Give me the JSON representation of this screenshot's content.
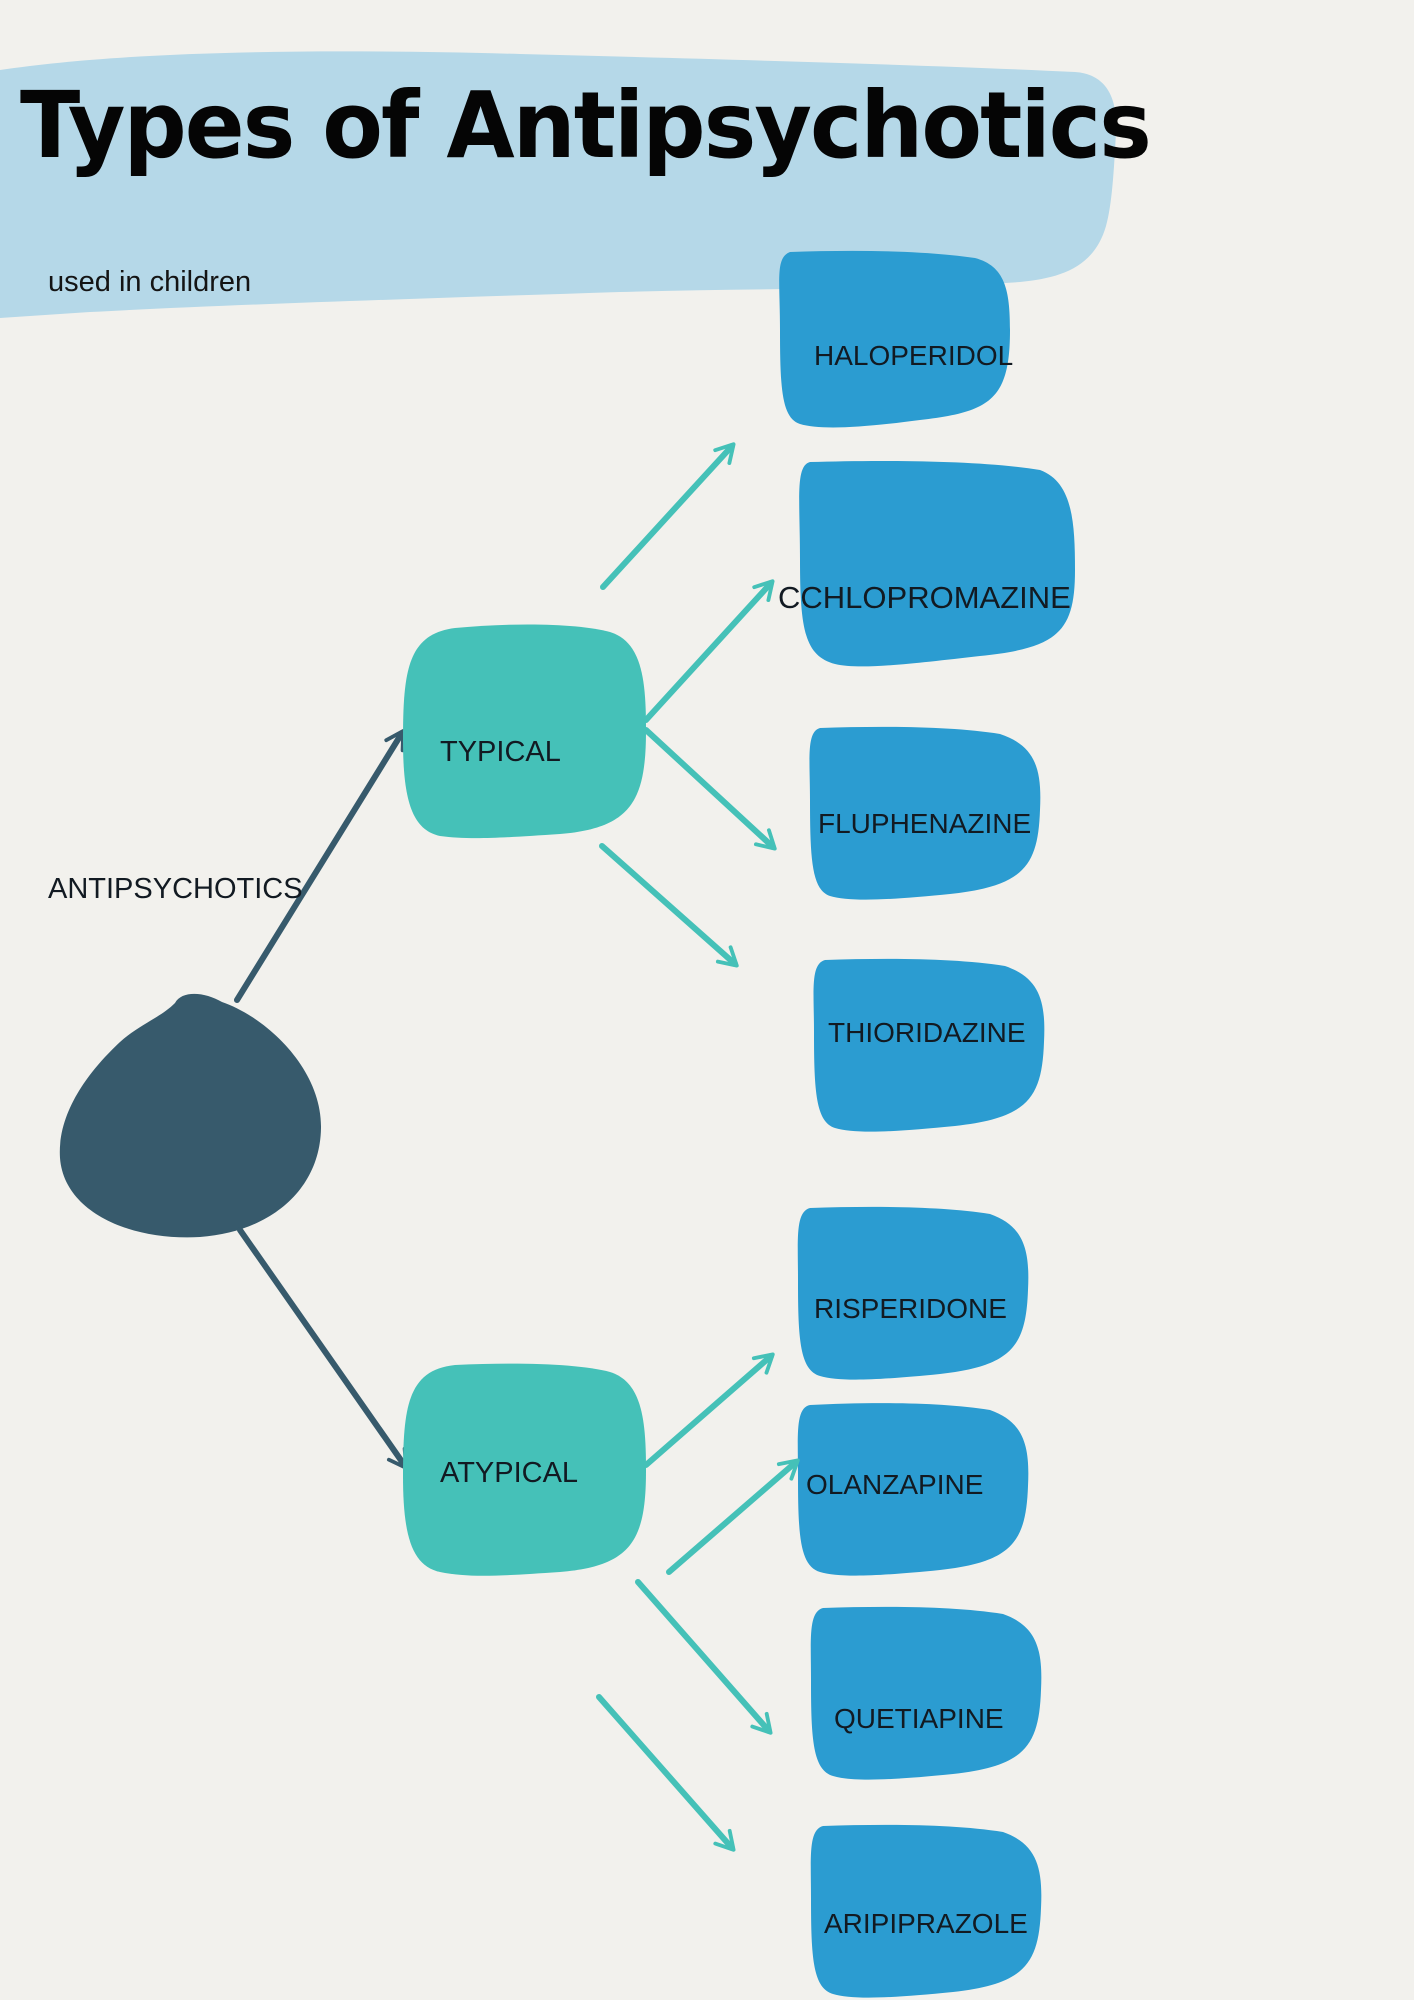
{
  "title": "Types of Antipsychotics",
  "subtitle": "used in children",
  "root": {
    "label": "ANTIPSYCHOTICS"
  },
  "categories": [
    {
      "label": "TYPICAL",
      "drugs": [
        "HALOPERIDOL",
        "CCHLOPROMAZINE",
        "FLUPHENAZINE",
        "THIORIDAZINE"
      ]
    },
    {
      "label": "ATYPICAL",
      "drugs": [
        "RISPERIDONE",
        "OLANZAPINE",
        "QUETIAPINE",
        "ARIPIPRAZOLE"
      ]
    }
  ],
  "colors": {
    "background": "#f2f1ed",
    "banner": "#b5d8e8",
    "root_blob": "#375a6c",
    "category_box": "#45c1b8",
    "drug_box": "#2b9cd1",
    "arrow_root": "#375a6c",
    "arrow_branch": "#45c1b8"
  }
}
